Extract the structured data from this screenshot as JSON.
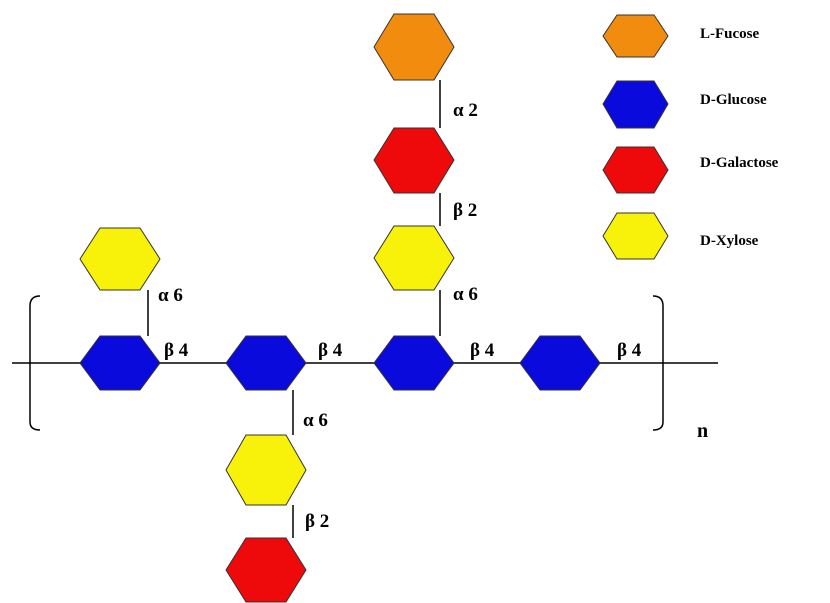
{
  "colors": {
    "fucose": "#f28c0f",
    "glucose": "#0a0adc",
    "galactose": "#ee0a0a",
    "xylose": "#f8f20a"
  },
  "legend": [
    {
      "label": "L-Fucose",
      "sugar": "fucose"
    },
    {
      "label": "D-Glucose",
      "sugar": "glucose"
    },
    {
      "label": "D-Galactose",
      "sugar": "galactose"
    },
    {
      "label": "D-Xylose",
      "sugar": "xylose"
    }
  ],
  "structure": {
    "residues": [
      {
        "id": "xyl-left",
        "sugar": "xylose"
      },
      {
        "id": "glc-1",
        "sugar": "glucose"
      },
      {
        "id": "glc-2",
        "sugar": "glucose"
      },
      {
        "id": "glc-3",
        "sugar": "glucose"
      },
      {
        "id": "glc-4",
        "sugar": "glucose"
      },
      {
        "id": "xyl-bottom",
        "sugar": "xylose"
      },
      {
        "id": "gal-bottom",
        "sugar": "galactose"
      },
      {
        "id": "xyl-top",
        "sugar": "xylose"
      },
      {
        "id": "gal-top",
        "sugar": "galactose"
      },
      {
        "id": "fuc-top",
        "sugar": "fucose"
      }
    ],
    "linkages": [
      {
        "from": "xyl-left",
        "to": "glc-1",
        "label": "α 6"
      },
      {
        "from": "glc-1",
        "to": "glc-2",
        "label": "β 4"
      },
      {
        "from": "glc-2",
        "to": "glc-3",
        "label": "β 4"
      },
      {
        "from": "glc-3",
        "to": "glc-4",
        "label": "β 4"
      },
      {
        "from": "glc-4",
        "to": "next-unit",
        "label": "β 4"
      },
      {
        "from": "xyl-bottom",
        "to": "glc-2",
        "label": "α 6"
      },
      {
        "from": "gal-bottom",
        "to": "xyl-bottom",
        "label": "β 2"
      },
      {
        "from": "xyl-top",
        "to": "glc-3",
        "label": "α 6"
      },
      {
        "from": "gal-top",
        "to": "xyl-top",
        "label": "β 2"
      },
      {
        "from": "fuc-top",
        "to": "gal-top",
        "label": "α 2"
      }
    ],
    "repeat_label": "n"
  }
}
